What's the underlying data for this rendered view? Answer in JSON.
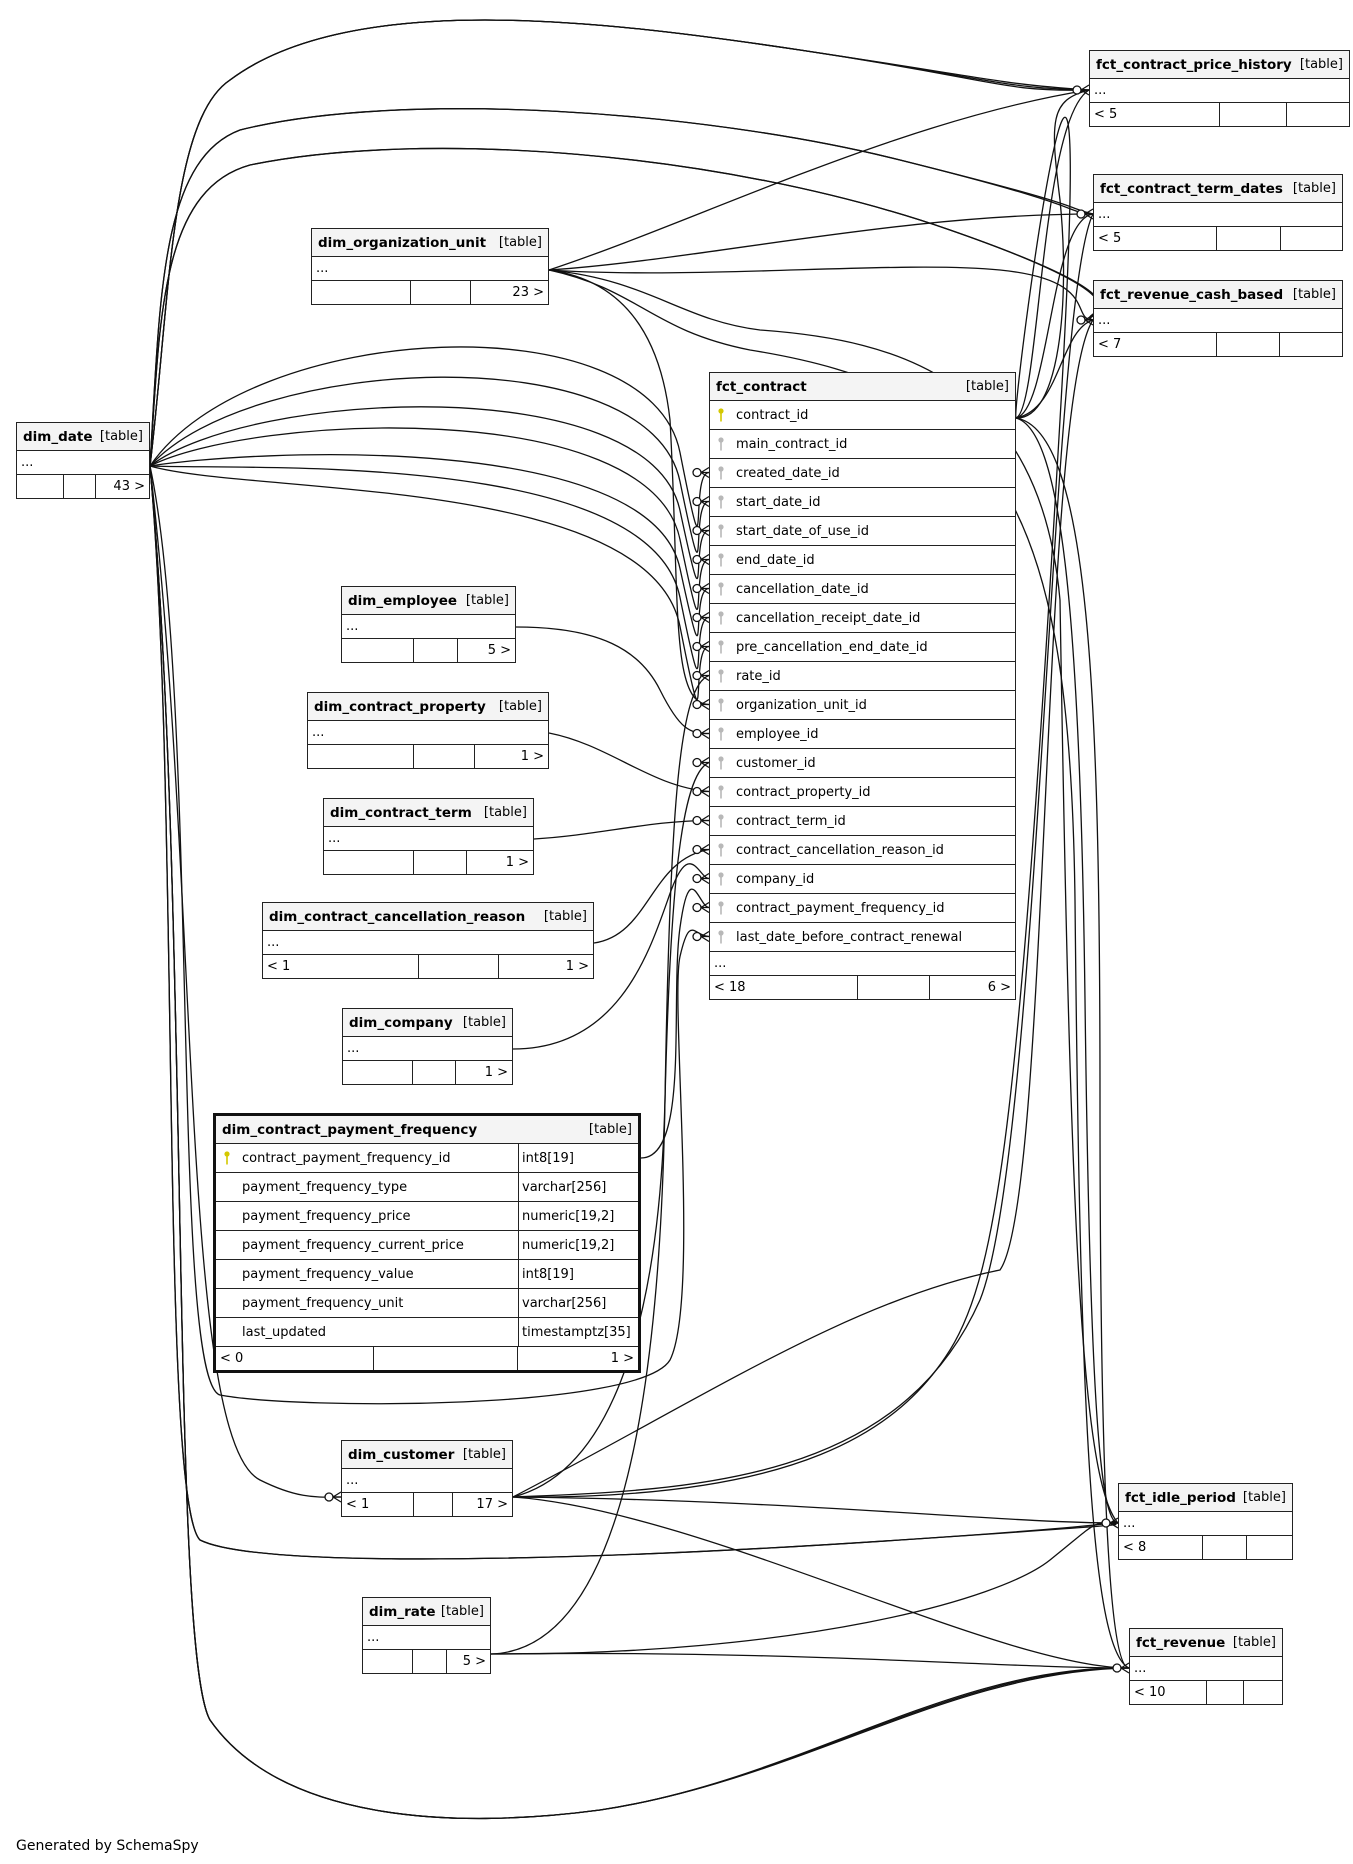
{
  "footer": "Generated by SchemaSpy",
  "colors": {
    "primary_key": "#d4c800",
    "foreign_key": "#b8b8b8",
    "line": "#111111",
    "header_bg": "#f4f4f4"
  },
  "tables": {
    "fct_contract_price_history": {
      "name": "fct_contract_price_history",
      "kind": "[table]",
      "ellipsis": "...",
      "parents": "< 5",
      "children": ""
    },
    "fct_contract_term_dates": {
      "name": "fct_contract_term_dates",
      "kind": "[table]",
      "ellipsis": "...",
      "parents": "< 5",
      "children": ""
    },
    "fct_revenue_cash_based": {
      "name": "fct_revenue_cash_based",
      "kind": "[table]",
      "ellipsis": "...",
      "parents": "< 7",
      "children": ""
    },
    "dim_organization_unit": {
      "name": "dim_organization_unit",
      "kind": "[table]",
      "ellipsis": "...",
      "parents": "",
      "children": "23 >"
    },
    "dim_date": {
      "name": "dim_date",
      "kind": "[table]",
      "ellipsis": "...",
      "parents": "",
      "children": "43 >"
    },
    "fct_contract": {
      "name": "fct_contract",
      "kind": "[table]",
      "ellipsis": "...",
      "parents": "< 18",
      "children": "6 >",
      "columns": [
        {
          "name": "contract_id",
          "key": "primary"
        },
        {
          "name": "main_contract_id",
          "key": "foreign"
        },
        {
          "name": "created_date_id",
          "key": "foreign"
        },
        {
          "name": "start_date_id",
          "key": "foreign"
        },
        {
          "name": "start_date_of_use_id",
          "key": "foreign"
        },
        {
          "name": "end_date_id",
          "key": "foreign"
        },
        {
          "name": "cancellation_date_id",
          "key": "foreign"
        },
        {
          "name": "cancellation_receipt_date_id",
          "key": "foreign"
        },
        {
          "name": "pre_cancellation_end_date_id",
          "key": "foreign"
        },
        {
          "name": "rate_id",
          "key": "foreign"
        },
        {
          "name": "organization_unit_id",
          "key": "foreign"
        },
        {
          "name": "employee_id",
          "key": "foreign"
        },
        {
          "name": "customer_id",
          "key": "foreign"
        },
        {
          "name": "contract_property_id",
          "key": "foreign"
        },
        {
          "name": "contract_term_id",
          "key": "foreign"
        },
        {
          "name": "contract_cancellation_reason_id",
          "key": "foreign"
        },
        {
          "name": "company_id",
          "key": "foreign"
        },
        {
          "name": "contract_payment_frequency_id",
          "key": "foreign"
        },
        {
          "name": "last_date_before_contract_renewal",
          "key": "foreign"
        }
      ]
    },
    "dim_employee": {
      "name": "dim_employee",
      "kind": "[table]",
      "ellipsis": "...",
      "parents": "",
      "children": "5 >"
    },
    "dim_contract_property": {
      "name": "dim_contract_property",
      "kind": "[table]",
      "ellipsis": "...",
      "parents": "",
      "children": "1 >"
    },
    "dim_contract_term": {
      "name": "dim_contract_term",
      "kind": "[table]",
      "ellipsis": "...",
      "parents": "",
      "children": "1 >"
    },
    "dim_contract_cancellation_reason": {
      "name": "dim_contract_cancellation_reason",
      "kind": "[table]",
      "ellipsis": "...",
      "parents": "< 1",
      "children": "1 >"
    },
    "dim_company": {
      "name": "dim_company",
      "kind": "[table]",
      "ellipsis": "...",
      "parents": "",
      "children": "1 >"
    },
    "dim_contract_payment_frequency": {
      "name": "dim_contract_payment_frequency",
      "kind": "[table]",
      "parents": "< 0",
      "children": "1 >",
      "columns": [
        {
          "name": "contract_payment_frequency_id",
          "type": "int8[19]",
          "key": "primary"
        },
        {
          "name": "payment_frequency_type",
          "type": "varchar[256]",
          "key": "none"
        },
        {
          "name": "payment_frequency_price",
          "type": "numeric[19,2]",
          "key": "none"
        },
        {
          "name": "payment_frequency_current_price",
          "type": "numeric[19,2]",
          "key": "none"
        },
        {
          "name": "payment_frequency_value",
          "type": "int8[19]",
          "key": "none"
        },
        {
          "name": "payment_frequency_unit",
          "type": "varchar[256]",
          "key": "none"
        },
        {
          "name": "last_updated",
          "type": "timestamptz[35]",
          "key": "none"
        }
      ]
    },
    "dim_customer": {
      "name": "dim_customer",
      "kind": "[table]",
      "ellipsis": "...",
      "parents": "< 1",
      "children": "17 >"
    },
    "dim_rate": {
      "name": "dim_rate",
      "kind": "[table]",
      "ellipsis": "...",
      "parents": "",
      "children": "5 >"
    },
    "fct_idle_period": {
      "name": "fct_idle_period",
      "kind": "[table]",
      "ellipsis": "...",
      "parents": "< 8",
      "children": ""
    },
    "fct_revenue": {
      "name": "fct_revenue",
      "kind": "[table]",
      "ellipsis": "...",
      "parents": "< 10",
      "children": ""
    }
  },
  "relationships": [
    {
      "from": "dim_date",
      "to": "fct_contract",
      "column": "created_date_id"
    },
    {
      "from": "dim_date",
      "to": "fct_contract",
      "column": "start_date_id"
    },
    {
      "from": "dim_date",
      "to": "fct_contract",
      "column": "start_date_of_use_id"
    },
    {
      "from": "dim_date",
      "to": "fct_contract",
      "column": "end_date_id"
    },
    {
      "from": "dim_date",
      "to": "fct_contract",
      "column": "cancellation_date_id"
    },
    {
      "from": "dim_date",
      "to": "fct_contract",
      "column": "cancellation_receipt_date_id"
    },
    {
      "from": "dim_date",
      "to": "fct_contract",
      "column": "pre_cancellation_end_date_id"
    },
    {
      "from": "dim_date",
      "to": "fct_contract",
      "column": "last_date_before_contract_renewal"
    },
    {
      "from": "dim_rate",
      "to": "fct_contract",
      "column": "rate_id"
    },
    {
      "from": "dim_organization_unit",
      "to": "fct_contract",
      "column": "organization_unit_id"
    },
    {
      "from": "dim_employee",
      "to": "fct_contract",
      "column": "employee_id"
    },
    {
      "from": "dim_customer",
      "to": "fct_contract",
      "column": "customer_id"
    },
    {
      "from": "dim_contract_property",
      "to": "fct_contract",
      "column": "contract_property_id"
    },
    {
      "from": "dim_contract_term",
      "to": "fct_contract",
      "column": "contract_term_id"
    },
    {
      "from": "dim_contract_cancellation_reason",
      "to": "fct_contract",
      "column": "contract_cancellation_reason_id"
    },
    {
      "from": "dim_company",
      "to": "fct_contract",
      "column": "company_id"
    },
    {
      "from": "dim_contract_payment_frequency",
      "to": "fct_contract",
      "column": "contract_payment_frequency_id"
    },
    {
      "from": "dim_date",
      "to": "dim_customer",
      "column": ""
    },
    {
      "from": "fct_contract",
      "to": "fct_contract_price_history",
      "column": ""
    },
    {
      "from": "fct_contract",
      "to": "fct_contract_term_dates",
      "column": ""
    },
    {
      "from": "fct_contract",
      "to": "fct_revenue_cash_based",
      "column": ""
    },
    {
      "from": "fct_contract",
      "to": "fct_idle_period",
      "column": ""
    },
    {
      "from": "fct_contract",
      "to": "fct_revenue",
      "column": ""
    },
    {
      "from": "dim_date",
      "to": "fct_contract_price_history",
      "column": ""
    },
    {
      "from": "dim_date",
      "to": "fct_contract_term_dates",
      "column": ""
    },
    {
      "from": "dim_date",
      "to": "fct_revenue_cash_based",
      "column": ""
    },
    {
      "from": "dim_date",
      "to": "fct_idle_period",
      "column": ""
    },
    {
      "from": "dim_date",
      "to": "fct_revenue",
      "column": ""
    },
    {
      "from": "dim_organization_unit",
      "to": "fct_contract_price_history",
      "column": ""
    },
    {
      "from": "dim_organization_unit",
      "to": "fct_contract_term_dates",
      "column": ""
    },
    {
      "from": "dim_organization_unit",
      "to": "fct_revenue_cash_based",
      "column": ""
    },
    {
      "from": "dim_organization_unit",
      "to": "fct_idle_period",
      "column": ""
    },
    {
      "from": "dim_organization_unit",
      "to": "fct_revenue",
      "column": ""
    },
    {
      "from": "dim_customer",
      "to": "fct_contract_term_dates",
      "column": ""
    },
    {
      "from": "dim_customer",
      "to": "fct_idle_period",
      "column": ""
    },
    {
      "from": "dim_customer",
      "to": "fct_revenue",
      "column": ""
    },
    {
      "from": "dim_rate",
      "to": "fct_idle_period",
      "column": ""
    },
    {
      "from": "dim_rate",
      "to": "fct_revenue",
      "column": ""
    }
  ]
}
